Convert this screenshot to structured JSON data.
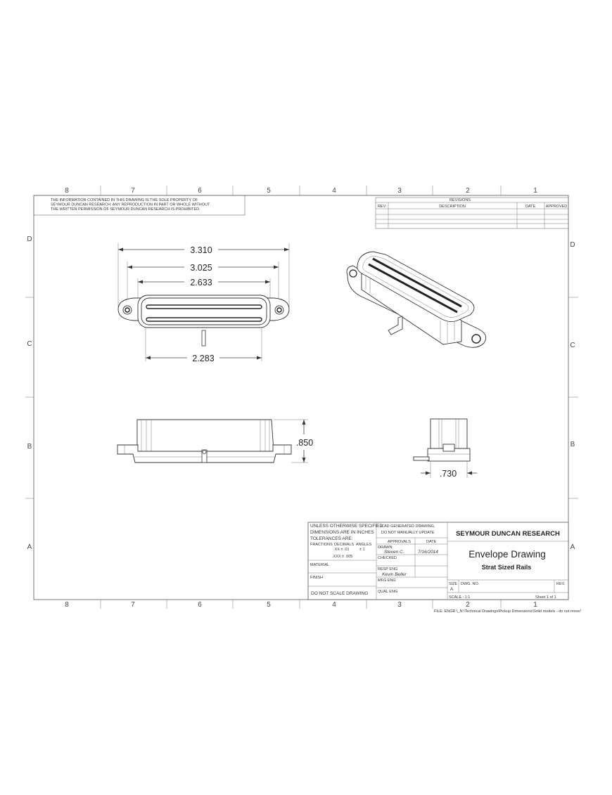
{
  "sheet": {
    "zones_top": [
      "8",
      "7",
      "6",
      "5",
      "4",
      "3",
      "2",
      "1"
    ],
    "zones_bottom": [
      "8",
      "7",
      "6",
      "5",
      "4",
      "3",
      "2",
      "1"
    ],
    "zones_left": [
      "D",
      "C",
      "B",
      "A"
    ],
    "zones_right": [
      "D",
      "C",
      "B",
      "A"
    ]
  },
  "proprietary_notice": {
    "line1": "THE INFORMATION CONTAINED IN THIS DRAWING IS THE SOLE PROPERTY OF",
    "line2": "SEYMOUR DUNCAN RESEARCH. ANY REPRODUCTION IN PART OR WHOLE WITHOUT",
    "line3": "THE WRITTEN PERMISSION OF SEYMOUR DUNCAN RESEARCH IS PROHIBITED."
  },
  "revisions": {
    "title": "REVISIONS",
    "headers": [
      "REV.",
      "DESCRIPTION",
      "DATE",
      "APPROVED"
    ]
  },
  "dimensions": {
    "overall_length": "3.310",
    "mount_hole_spacing": "3.025",
    "cover_length": "2.633",
    "base_length": "2.283",
    "height": ".850",
    "width": ".730"
  },
  "title_block": {
    "tolerance_1": "UNLESS OTHERWISE SPECIFIED",
    "tolerance_2": "DIMENSIONS ARE IN INCHES",
    "tolerance_3": "TOLERANCES ARE:",
    "tol_fractions": "FRACTIONS",
    "tol_decimals": "DECIMALS",
    "tol_angles": "ANGLES",
    "tol_xx": ".XX ±  .01",
    "tol_angle_val": "± 1",
    "tol_xxx": ".XXX  ±  .005",
    "material": "MATERIAL",
    "finish": "FINISH",
    "do_not_scale": "DO NOT SCALE DRAWING",
    "cad_note_1": "CAD GENERATED DRAWING,",
    "cad_note_2": "DO NOT MANUALLY UPDATE",
    "approvals": "APPROVALS",
    "date_header": "DATE",
    "drawn_label": "DRAWN",
    "drawn_by": "Steven C.",
    "drawn_date": "7/16/2014",
    "checked": "CHECKED",
    "resp_eng": "RESP ENG",
    "resp_eng_name": "Kevin Beller",
    "mfg_eng": "MFG ENG",
    "qual_eng": "QUAL ENG",
    "company": "SEYMOUR DUNCAN RESEARCH",
    "title": "Envelope Drawing",
    "subtitle": "Strat Sized Rails",
    "size_label": "SIZE",
    "size_value": "A",
    "dwg_no_label": "DWG. NO.",
    "rev_label": "REV.",
    "scale": "SCALE : 1:1",
    "sheet": "Sheet  1  of  1"
  },
  "file_path": "FILE: ENGR:\\_N:\\Technical Drawings\\Pickup Dimensions\\Solid models - do not move!"
}
